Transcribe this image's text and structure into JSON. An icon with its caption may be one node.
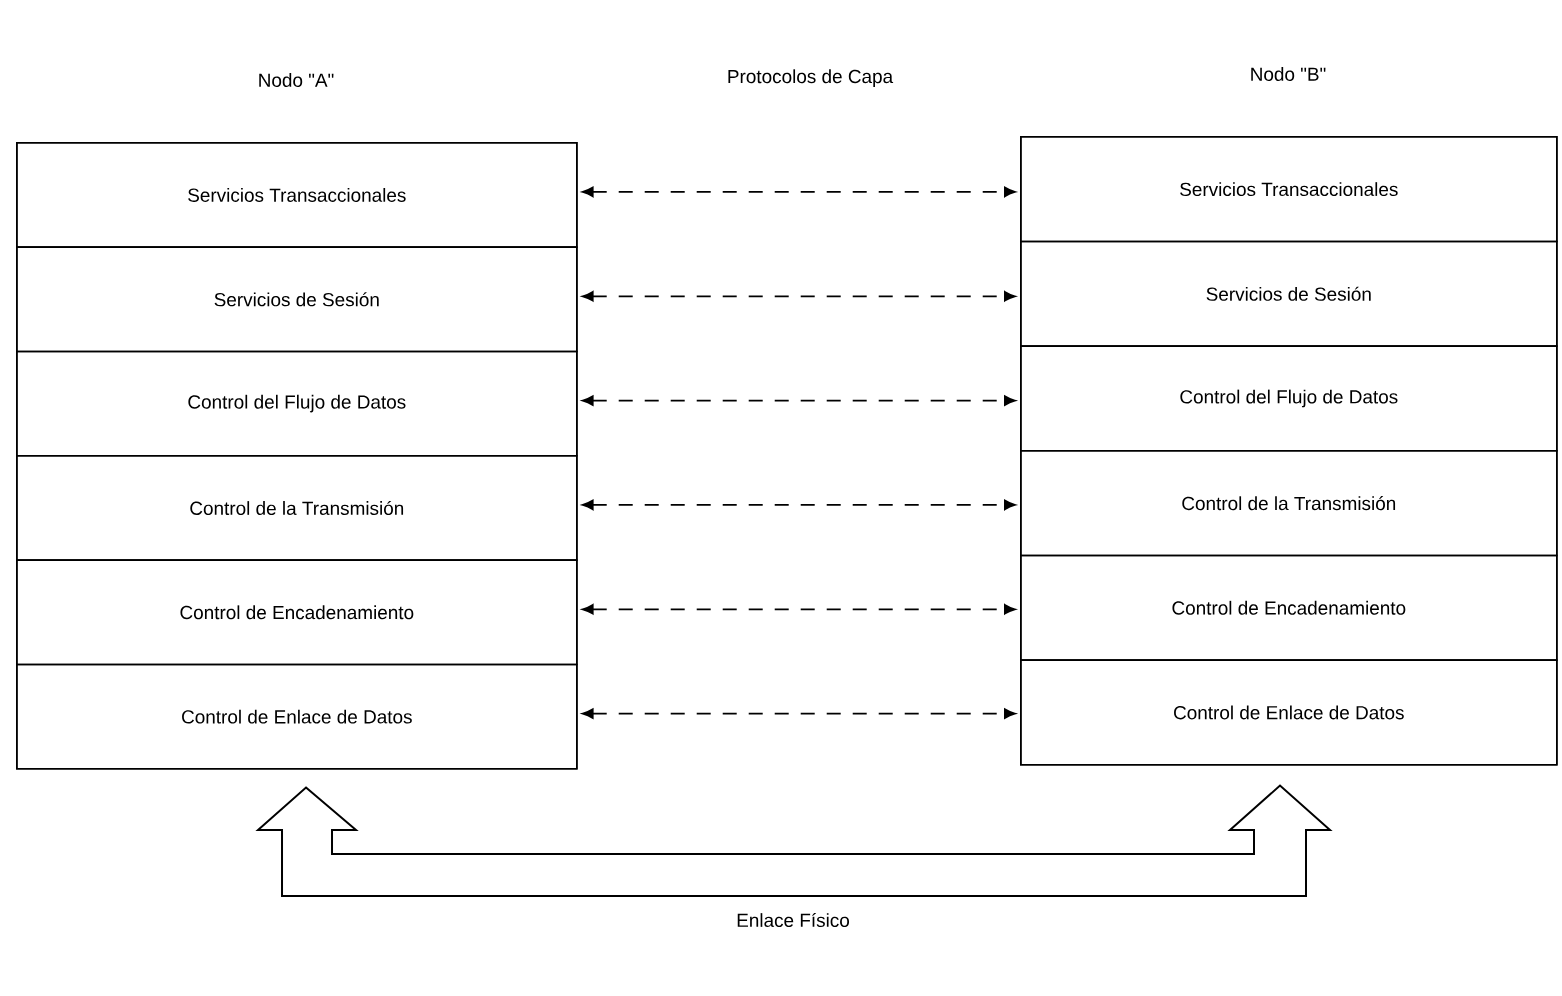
{
  "diagram": {
    "nodes": [
      {
        "text": [
          "Nodo \"A\""
        ]
      },
      {
        "text": [
          "Servicios Transaccionales"
        ],
        "in": 0
      },
      {
        "text": [
          "Servicios de Sesión"
        ],
        "in": 0
      },
      {
        "text": [
          "Control del Flujo de Datos"
        ],
        "in": 0
      },
      {
        "text": [
          "Control de la Transmisión"
        ],
        "in": 0
      },
      {
        "text": [
          "Control de Encadenamiento"
        ],
        "in": 0
      },
      {
        "text": [
          "Control de Enlace de Datos"
        ],
        "in": 0
      },
      {
        "text": [
          "Nodo \"B\""
        ]
      },
      {
        "text": [
          "Servicios Transaccionales"
        ],
        "in": 7
      },
      {
        "text": [
          "Servicios de Sesión"
        ],
        "in": 7
      },
      {
        "text": [
          "Control del Flujo de Datos"
        ],
        "in": 7
      },
      {
        "text": [
          "Control de la Transmisión"
        ],
        "in": 7
      },
      {
        "text": [
          "Control de Encadenamiento"
        ],
        "in": 7
      },
      {
        "text": [
          "Control de Enlace de Datos"
        ],
        "in": 7
      }
    ],
    "edges": [
      {
        "from": 1,
        "to": 8,
        "arrow": "both",
        "style": "dashed"
      },
      {
        "from": 2,
        "to": 9,
        "arrow": "both",
        "style": "dashed"
      },
      {
        "from": 3,
        "to": 10,
        "arrow": "both",
        "style": "dashed"
      },
      {
        "from": 4,
        "to": 11,
        "arrow": "both",
        "style": "dashed"
      },
      {
        "from": 5,
        "to": 12,
        "arrow": "both",
        "style": "dashed"
      },
      {
        "from": 6,
        "to": 13,
        "arrow": "both",
        "style": "dashed"
      },
      {
        "from": 0,
        "to": 7,
        "arrow": "both",
        "label": "Enlace Físico"
      }
    ],
    "labels": [
      "Protocolos de Capa"
    ]
  }
}
